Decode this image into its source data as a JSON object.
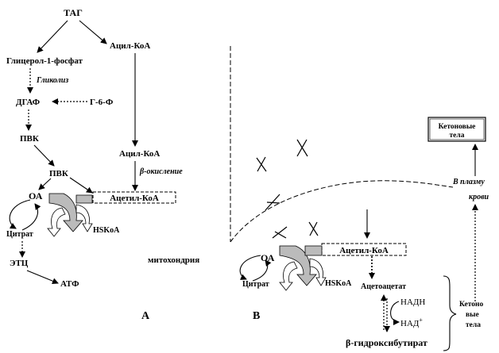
{
  "panel_a": {
    "tag": "ТАГ",
    "glycerol3p": "Глицерол-1-фосфат",
    "acylcoa_top": "Ацил-КоА",
    "glycolysis": "Гликолиз",
    "dhap": "ДГАФ",
    "g6p": "Г-6-Ф",
    "pvk1": "ПВК",
    "pvk2": "ПВК",
    "acylcoa_mid": "Ацил-КоА",
    "beta_oxidation": "β-окисление",
    "oa": "ОА",
    "acetylcoa": "Ацетил-КоА",
    "citrate": "Цитрат",
    "hskoa": "HSKoA",
    "etc": "ЭТЦ",
    "atp": "АТФ",
    "mito": "митохондрия",
    "label": "А"
  },
  "panel_b": {
    "ketone_box": [
      "Кетоновые",
      "тела"
    ],
    "to_blood": [
      "В плазму",
      "крови"
    ],
    "oa": "ОА",
    "acetylcoa": "Ацетил-КоА",
    "citrate": "Цитрат",
    "hskoa": "HSKoA",
    "acetoacetate": "Ацетоацетат",
    "nadh": "НАДН",
    "nad_base": "НАД",
    "nad_sup": "+",
    "beta_hb": "β-гидроксибутират",
    "ketone_side": [
      "Кетоно",
      "вые",
      "тела"
    ],
    "label": "В"
  }
}
